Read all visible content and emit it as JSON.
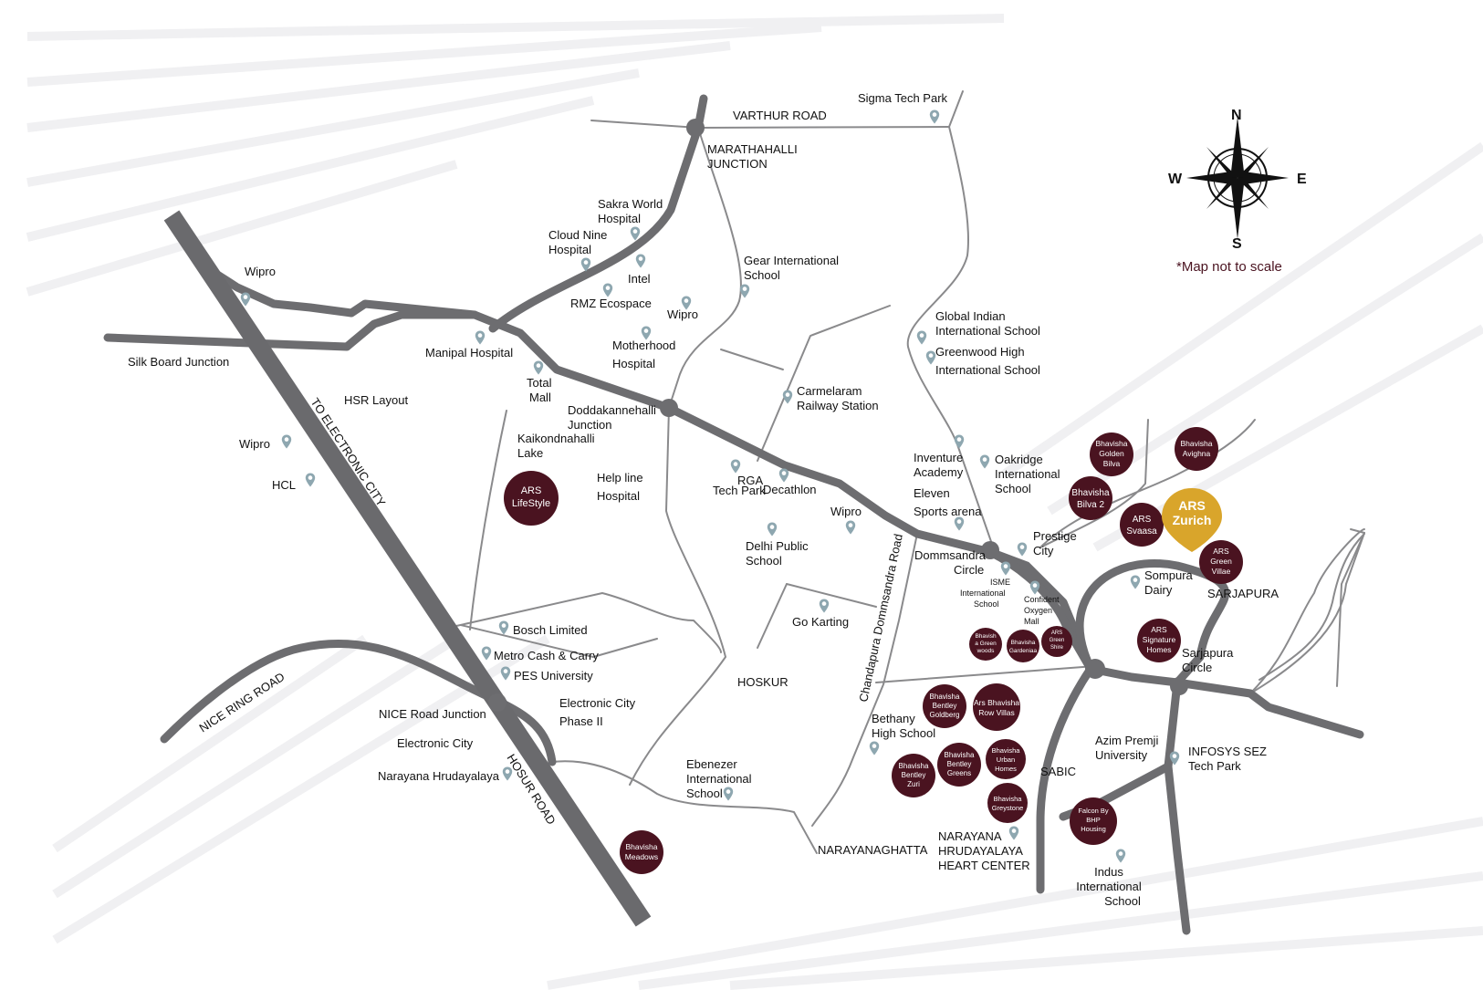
{
  "colors": {
    "road": "#6d6d70",
    "project": "#4a1320",
    "featured": "#d9a52b",
    "pin": "#8ea7b0"
  },
  "compass": {
    "n": "N",
    "s": "S",
    "e": "E",
    "w": "W"
  },
  "scale_note": "*Map not to scale",
  "roads": {
    "varthur": "VARTHUR ROAD",
    "electronic_city": "TO ELECTRONIC CITY",
    "hosur": "HOSUR ROAD",
    "nice_ring": "NICE RING ROAD",
    "chandapura": "Chandapura Dommsandra Road"
  },
  "places": {
    "marathahalli": [
      "MARATHAHALLI",
      "JUNCTION"
    ],
    "sigma": "Sigma Tech Park",
    "sakra": [
      "Sakra World",
      "Hospital"
    ],
    "cloud_nine": [
      "Cloud Nine",
      "Hospital"
    ],
    "intel": "Intel",
    "rmz": "RMZ Ecospace",
    "wipro_a": "Wipro",
    "gear": [
      "Gear International",
      "School"
    ],
    "wipro_nw": "Wipro",
    "silk_board": "Silk Board Junction",
    "manipal": "Manipal Hospital",
    "motherhood": [
      "Motherhood",
      "Hospital"
    ],
    "total_mall": [
      "Total",
      "Mall"
    ],
    "hsr": "HSR Layout",
    "doddakannehalli": [
      "Doddakannehalli",
      "Junction"
    ],
    "kaikondnahalli": [
      "Kaikondnahalli",
      "Lake"
    ],
    "wipro_w": "Wipro",
    "hcl": "HCL",
    "global_indian": [
      "Global Indian",
      "International School"
    ],
    "greenwood": [
      "Greenwood High",
      "International School"
    ],
    "carmelaram": [
      "Carmelaram",
      "Railway Station"
    ],
    "helpline": [
      "Help line",
      "Hospital"
    ],
    "rga": [
      "RGA",
      "Tech Park"
    ],
    "decathlon": "Decathlon",
    "inventure": [
      "Inventure",
      "Academy"
    ],
    "oakridge": [
      "Oakridge",
      "International",
      "School"
    ],
    "eleven": [
      "Eleven",
      "Sports arena"
    ],
    "wipro_c": "Wipro",
    "dps": [
      "Delhi Public",
      "School"
    ],
    "dommsandra": [
      "Dommsandra",
      "Circle"
    ],
    "prestige": [
      "Prestige",
      "City"
    ],
    "isme": [
      "ISME",
      "International",
      "School"
    ],
    "confident": [
      "Confident",
      "Oxygen",
      "Mall"
    ],
    "sompura": [
      "Sompura",
      "Dairy"
    ],
    "sarjapura": "SARJAPURA",
    "go_karting": "Go Karting",
    "bosch": "Bosch Limited",
    "metro": "Metro Cash & Carry",
    "pes": "PES University",
    "hoskur": "HOSKUR",
    "nice_junction": "NICE Road Junction",
    "ec_phase2": [
      "Electronic City",
      "Phase II"
    ],
    "electronic_city": "Electronic City",
    "narayana_h": "Narayana Hrudayalaya",
    "ebenezer": [
      "Ebenezer",
      "International",
      "School"
    ],
    "bethany": [
      "Bethany",
      "High School"
    ],
    "sarjapura_circle": [
      "Sarjapura",
      "Circle"
    ],
    "azim": [
      "Azim Premji",
      "University"
    ],
    "infosys": [
      "INFOSYS SEZ",
      "Tech Park"
    ],
    "sabic": "SABIC",
    "narayanaghatta": "NARAYANAGHATTA",
    "nh_heart": [
      "NARAYANA",
      "HRUDAYALAYA",
      "HEART CENTER"
    ],
    "indus": [
      "Indus",
      "International",
      "School"
    ]
  },
  "projects": {
    "lifestyle": [
      "ARS",
      "LifeStyle"
    ],
    "golden_bilva": [
      "Bhavisha",
      "Golden",
      "Bilva"
    ],
    "avighna": [
      "Bhavisha",
      "Avighna"
    ],
    "bilva2": [
      "Bhavisha",
      "Bilva 2"
    ],
    "svaasa": [
      "ARS",
      "Svaasa"
    ],
    "zurich": [
      "ARS",
      "Zurich"
    ],
    "green_villae": [
      "ARS",
      "Green",
      "Villae"
    ],
    "signature": [
      "ARS",
      "Signature",
      "Homes"
    ],
    "greenwoods": [
      "Bhavish",
      "a Green",
      "woods"
    ],
    "gardeniaa": [
      "Bhavisha",
      "Gardeniaa"
    ],
    "green_shire": [
      "ARS",
      "Green",
      "Shire"
    ],
    "goldberg": [
      "Bhavisha",
      "Bentley",
      "Goldberg"
    ],
    "row_villas": [
      "Ars Bhavisha",
      "Row Villas"
    ],
    "zuri": [
      "Bhavisha",
      "Bentley",
      "Zuri"
    ],
    "greens": [
      "Bhavisha",
      "Bentley",
      "Greens"
    ],
    "urban": [
      "Bhavisha",
      "Urban",
      "Homes"
    ],
    "greystone": [
      "Bhavisha",
      "Greystone"
    ],
    "falcon": [
      "Falcon By",
      "BHP",
      "Housing"
    ],
    "meadows": [
      "Bhavisha",
      "Meadows"
    ]
  }
}
